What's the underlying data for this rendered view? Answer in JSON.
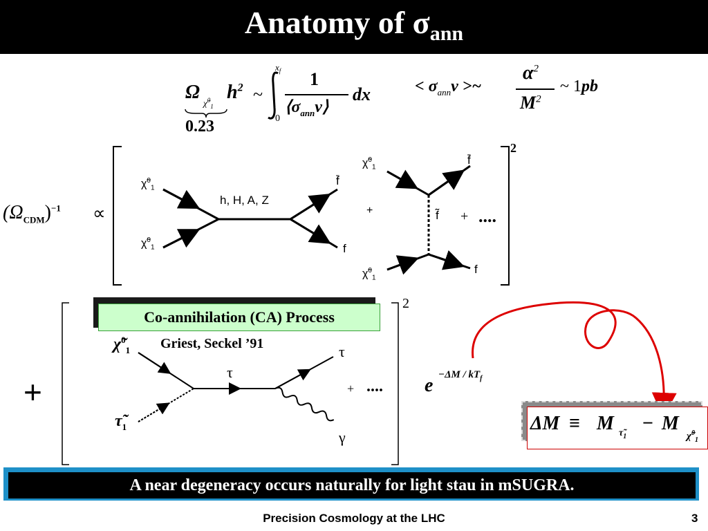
{
  "slide": {
    "title_main": "Anatomy of σ",
    "title_sub": "ann",
    "footer": "Precision Cosmology at the LHC",
    "page_number": "3",
    "banner": "A near degeneracy occurs naturally for light stau in mSUGRA."
  },
  "relic_formula": {
    "omega": "Ω",
    "chi_label": "χ̃",
    "chi_sup": "0",
    "chi_sub": "1",
    "h2": "h",
    "h2_exp": "2",
    "tilde": "~",
    "upper_limit": "x",
    "upper_limit_sub": "f",
    "lower_limit": "0",
    "numerator": "1",
    "denominator": "⟨σ",
    "denominator_sub": "ann",
    "denominator_end": "v⟩",
    "dx": "dx",
    "value": "0.23"
  },
  "cross_section_estimate": {
    "lhs": "< σ",
    "lhs_sub": "ann",
    "lhs_end": "v >~",
    "numer": "α",
    "numer_exp": "2",
    "denom": "M",
    "denom_exp": "2",
    "rhs": "~ 1",
    "rhs_unit": "pb"
  },
  "proportional": {
    "lhs": "(Ω",
    "lhs_sub": "CDM",
    "lhs_end": ")",
    "exp": "−1",
    "symbol": "∝",
    "outer_exp": "2"
  },
  "diagram1": {
    "in_top": "χ̃",
    "in_top_sup": "0",
    "in_top_sub": "1",
    "in_bottom": "χ̃",
    "in_bottom_sup": "0",
    "in_bottom_sub": "1",
    "mediator": "h, H, A, Z",
    "out_top": "f̄",
    "out_bottom": "f"
  },
  "diagram2": {
    "plus": "+",
    "in_top": "χ̃",
    "in_top_sup": "0",
    "in_top_sub": "1",
    "in_bottom": "χ̃",
    "in_bottom_sup": "0",
    "in_bottom_sub": "1",
    "mediator": "f̃",
    "out_top": "f̄",
    "out_bottom": "f",
    "plus_more": "+",
    "dots": "...."
  },
  "coannihilation": {
    "label": "Co-annihilation (CA) Process",
    "reference": "Griest, Seckel ’91",
    "outer_exp": "2",
    "plus_big": "+",
    "in_top": "χ̃",
    "in_top_sup": "0",
    "in_top_sub": "1",
    "in_bottom": "τ̃",
    "in_bottom_sub": "1",
    "mediator": "τ",
    "out_top": "τ",
    "out_bottom": "γ",
    "plus_more": "+",
    "dots": "...."
  },
  "boltzmann": {
    "base": "e",
    "exponent": "−ΔM / kT",
    "exponent_sub": "f"
  },
  "mass_gap": {
    "delta_m": "ΔM",
    "equiv": "≡",
    "m1": "M",
    "m1_sub": "τ̃",
    "m1_subsub": "1",
    "minus": "−",
    "m2": "M",
    "m2_sub": "χ̃",
    "m2_subsup": "0",
    "m2_subsub": "1"
  },
  "colors": {
    "arrow": "#dd0000",
    "ca_box": "#ccffcc",
    "banner_border": "#1e90c8"
  }
}
